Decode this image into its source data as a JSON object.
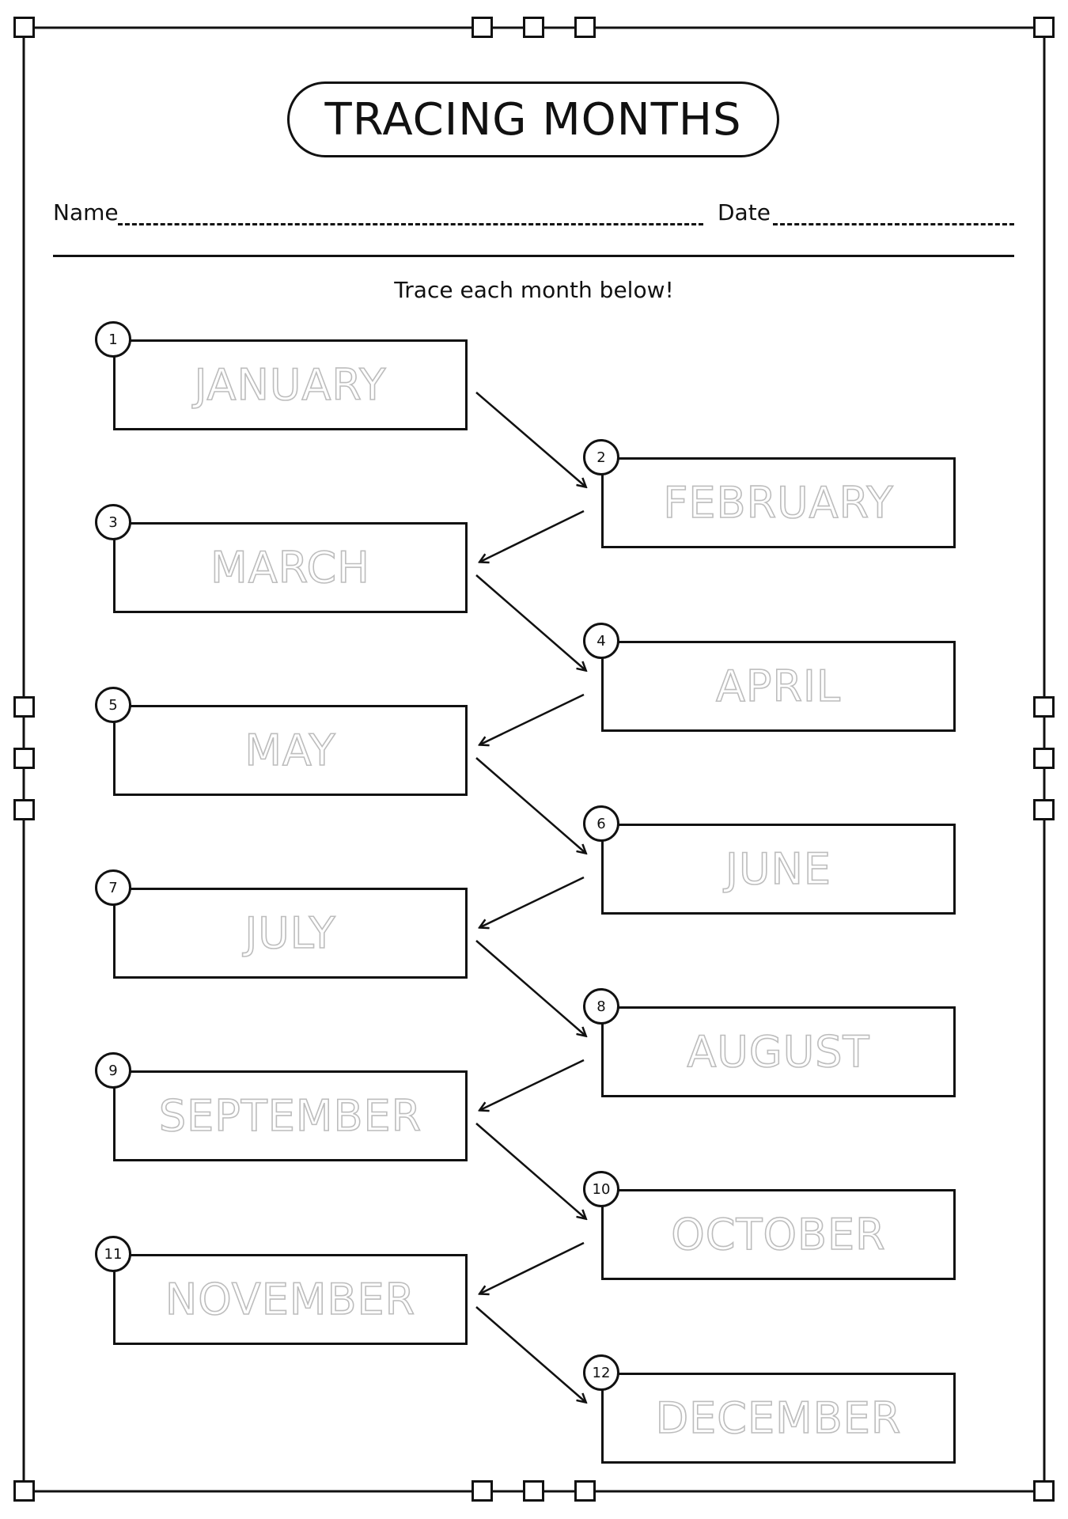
{
  "title": "TRACING MONTHS",
  "name_label": "Name",
  "date_label": "Date",
  "instruction": "Trace each month below!",
  "months": [
    {
      "number": "1",
      "name": "JANUARY"
    },
    {
      "number": "2",
      "name": "FEBRUARY"
    },
    {
      "number": "3",
      "name": "MARCH"
    },
    {
      "number": "4",
      "name": "APRIL"
    },
    {
      "number": "5",
      "name": "MAY"
    },
    {
      "number": "6",
      "name": "JUNE"
    },
    {
      "number": "7",
      "name": "JULY"
    },
    {
      "number": "8",
      "name": "AUGUST"
    },
    {
      "number": "9",
      "name": "SEPTEMBER"
    },
    {
      "number": "10",
      "name": "OCTOBER"
    },
    {
      "number": "11",
      "name": "NOVEMBER"
    },
    {
      "number": "12",
      "name": "DECEMBER"
    }
  ]
}
